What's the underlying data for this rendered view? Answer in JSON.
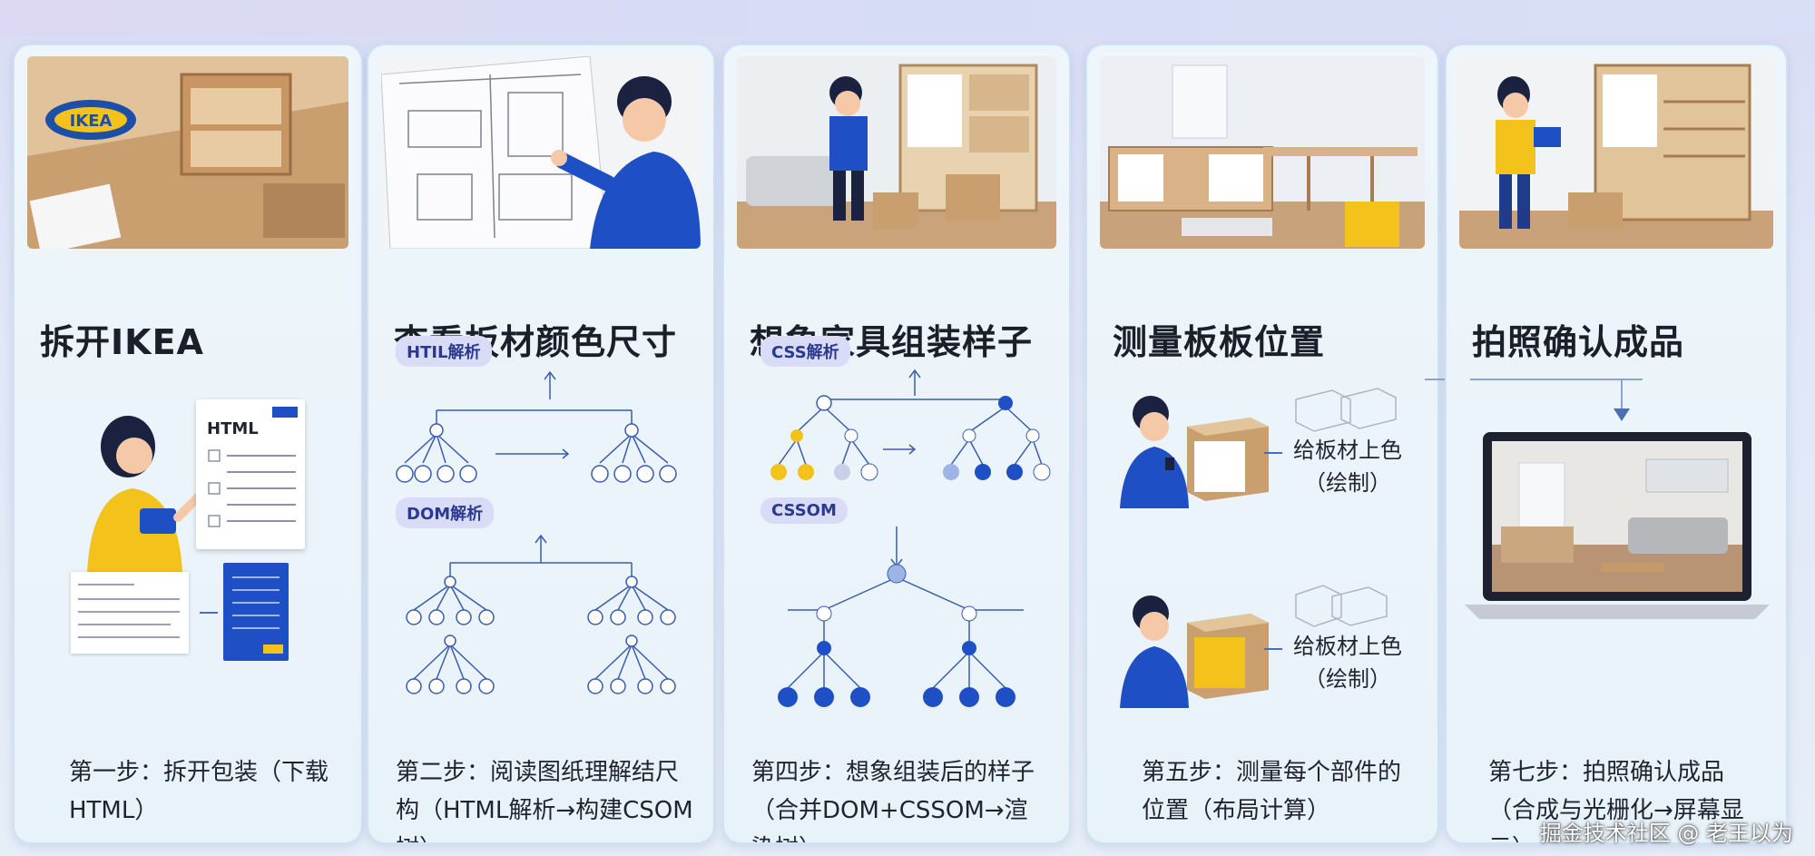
{
  "panels": [
    {
      "title": "拆开IKEA",
      "caption": "第一步：拆开包装（下载HTML）",
      "doc_label": "HTML",
      "logo_text": "IKEA"
    },
    {
      "title": "查看板材颜色尺寸",
      "caption": "第二步：阅读图纸理解结尺构（HTML解析→构建CSOM树）",
      "pill1": "HTIL解析",
      "pill2": "DOM解析"
    },
    {
      "title": "想象家具组装样子",
      "caption": "第四步：想象组装后的样子（合并DOM+CSSOM→渲染树）",
      "pill1": "CSS解析",
      "pill2": "CSSOM"
    },
    {
      "title": "测量板板位置",
      "caption": "第五步：测量每个部件的位置（布局计算）",
      "label1": "给板材上色（绘制）",
      "label2": "给板材上色（绘制）"
    },
    {
      "title": "拍照确认成品",
      "caption": "第七步：拍照确认成品（合成与光栅化→屏幕显示）"
    }
  ],
  "watermark": "掘金技术社区 @ 老王以为",
  "colors": {
    "accent_blue": "#1f4fc4",
    "yellow": "#f3c21b",
    "panel_bg": "#eef6fb"
  }
}
